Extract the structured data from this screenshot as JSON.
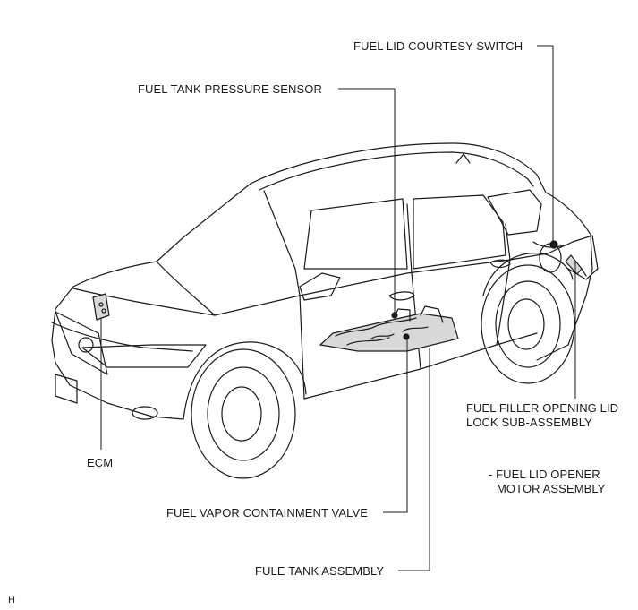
{
  "labels": {
    "fuel_lid_courtesy_switch": "FUEL LID COURTESY SWITCH",
    "fuel_tank_pressure_sensor": "FUEL TANK PRESSURE SENSOR",
    "fuel_filler_lock_line1": "FUEL FILLER OPENING LID",
    "fuel_filler_lock_line2": "LOCK SUB-ASSEMBLY",
    "fuel_lid_opener_line1": "- FUEL LID OPENER",
    "fuel_lid_opener_line2": "MOTOR ASSEMBLY",
    "ecm": "ECM",
    "fuel_vapor_containment_valve": "FUEL VAPOR CONTAINMENT VALVE",
    "fule_tank_assembly": "FULE TANK ASSEMBLY"
  },
  "figure_code": "H",
  "colors": {
    "line": "#1a1a1a",
    "background": "#ffffff",
    "component_fill": "#d9d9d9"
  }
}
